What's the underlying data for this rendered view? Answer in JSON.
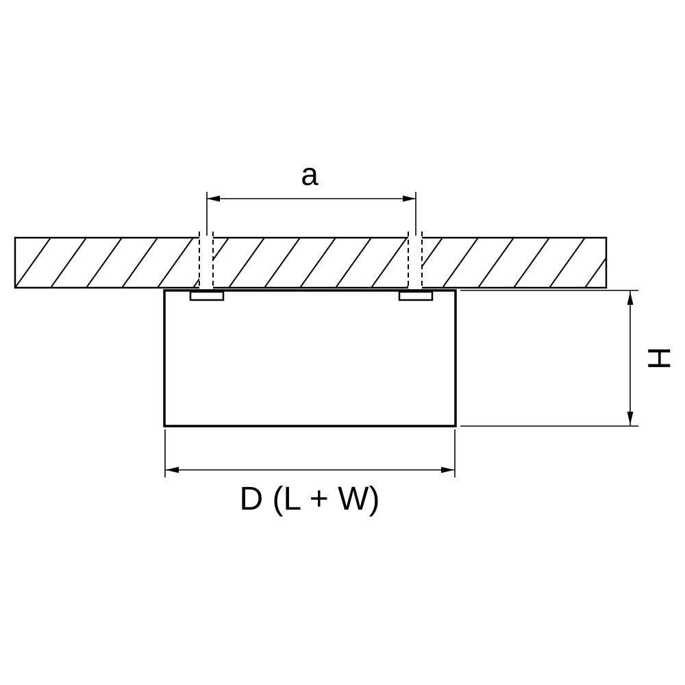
{
  "diagram": {
    "type": "technical-dimension-drawing",
    "subject": "surface-mounted ceiling fixture installation dimensions",
    "labels": {
      "hole_spacing": "a",
      "height": "H",
      "width": "D (L + W)"
    },
    "colors": {
      "line": "#000000",
      "background": "#ffffff"
    }
  }
}
